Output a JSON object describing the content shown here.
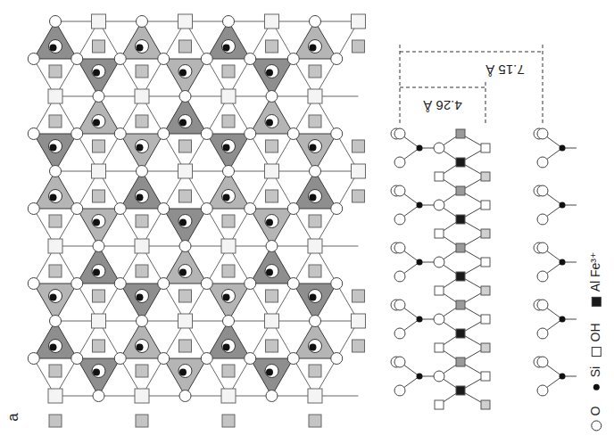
{
  "diagram": {
    "labels": [
      "a",
      "7.15 Å",
      "4.26 Å"
    ],
    "legend": [
      {
        "text": "O"
      },
      {
        "text": "Si"
      },
      {
        "text": "OH"
      },
      {
        "text": "Al Fe³⁺"
      }
    ]
  }
}
